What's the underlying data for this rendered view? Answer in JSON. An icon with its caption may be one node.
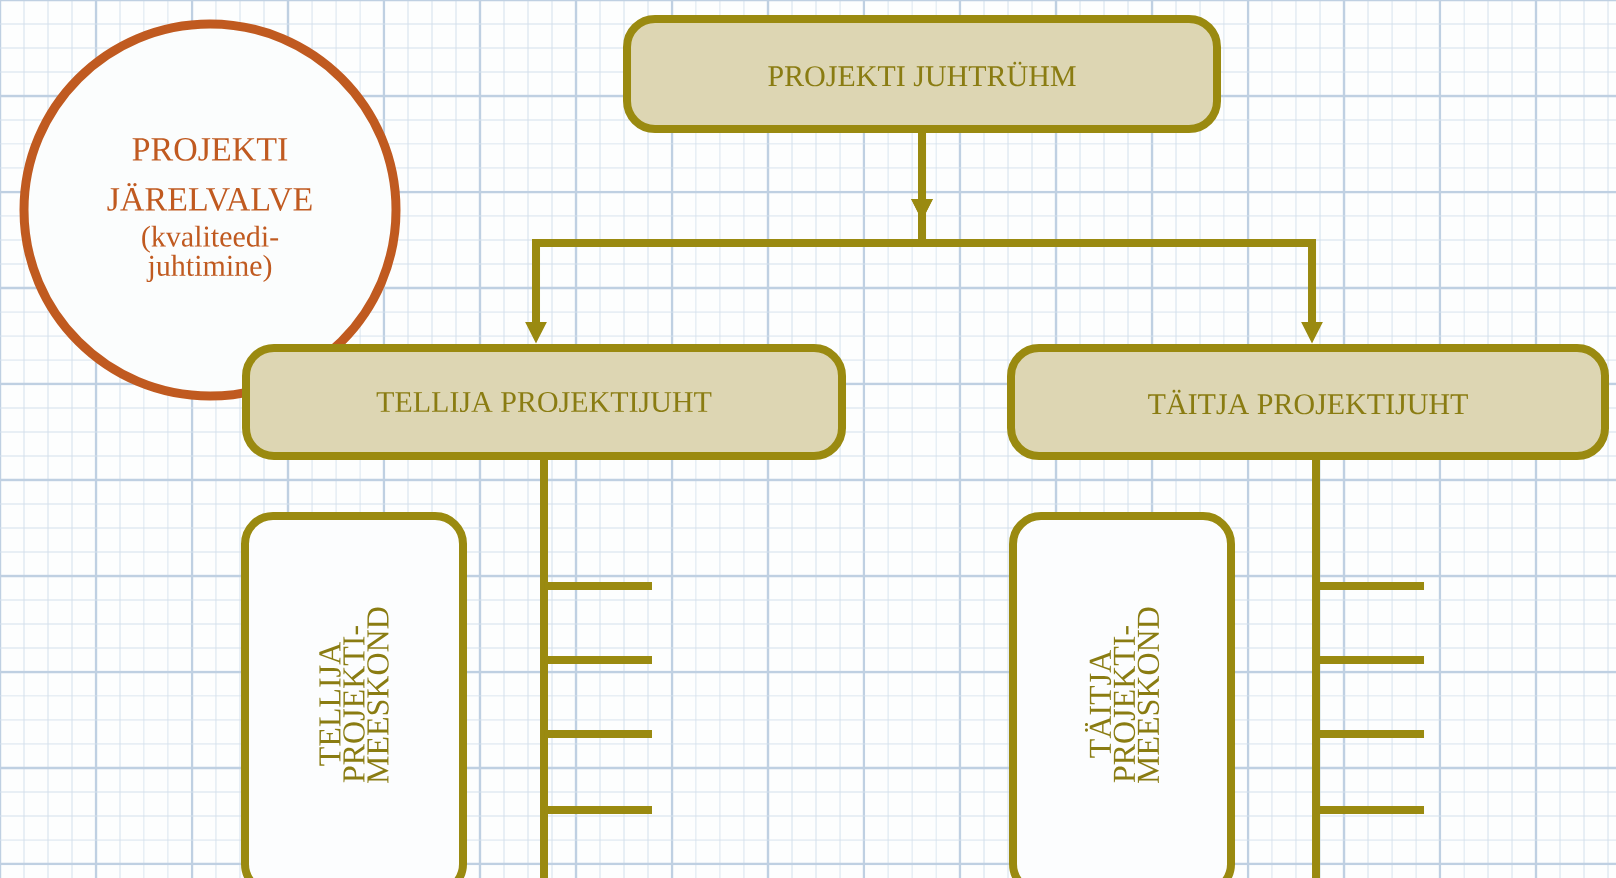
{
  "diagram": {
    "nodes": [
      {
        "text": [
          "PROJEKTI JUHTRÜHM"
        ]
      },
      {
        "text": [
          "PROJEKTI JÄRELVALVE",
          "(kvaliteedi- juhtimine)"
        ]
      },
      {
        "text": [
          "TELLIJA PROJEKTIJUHT"
        ]
      },
      {
        "text": [
          "TÄITJA PROJEKTIJUHT"
        ]
      },
      {
        "text": [
          "TELLIJA PROJEKTI- MEESKOND"
        ]
      },
      {
        "text": [
          "TÄITJA PROJEKTI- MEESKOND"
        ]
      }
    ],
    "edges": [
      {
        "from": 0,
        "to": 2,
        "arrow": "to"
      },
      {
        "from": 0,
        "to": 3,
        "arrow": "to"
      }
    ]
  }
}
